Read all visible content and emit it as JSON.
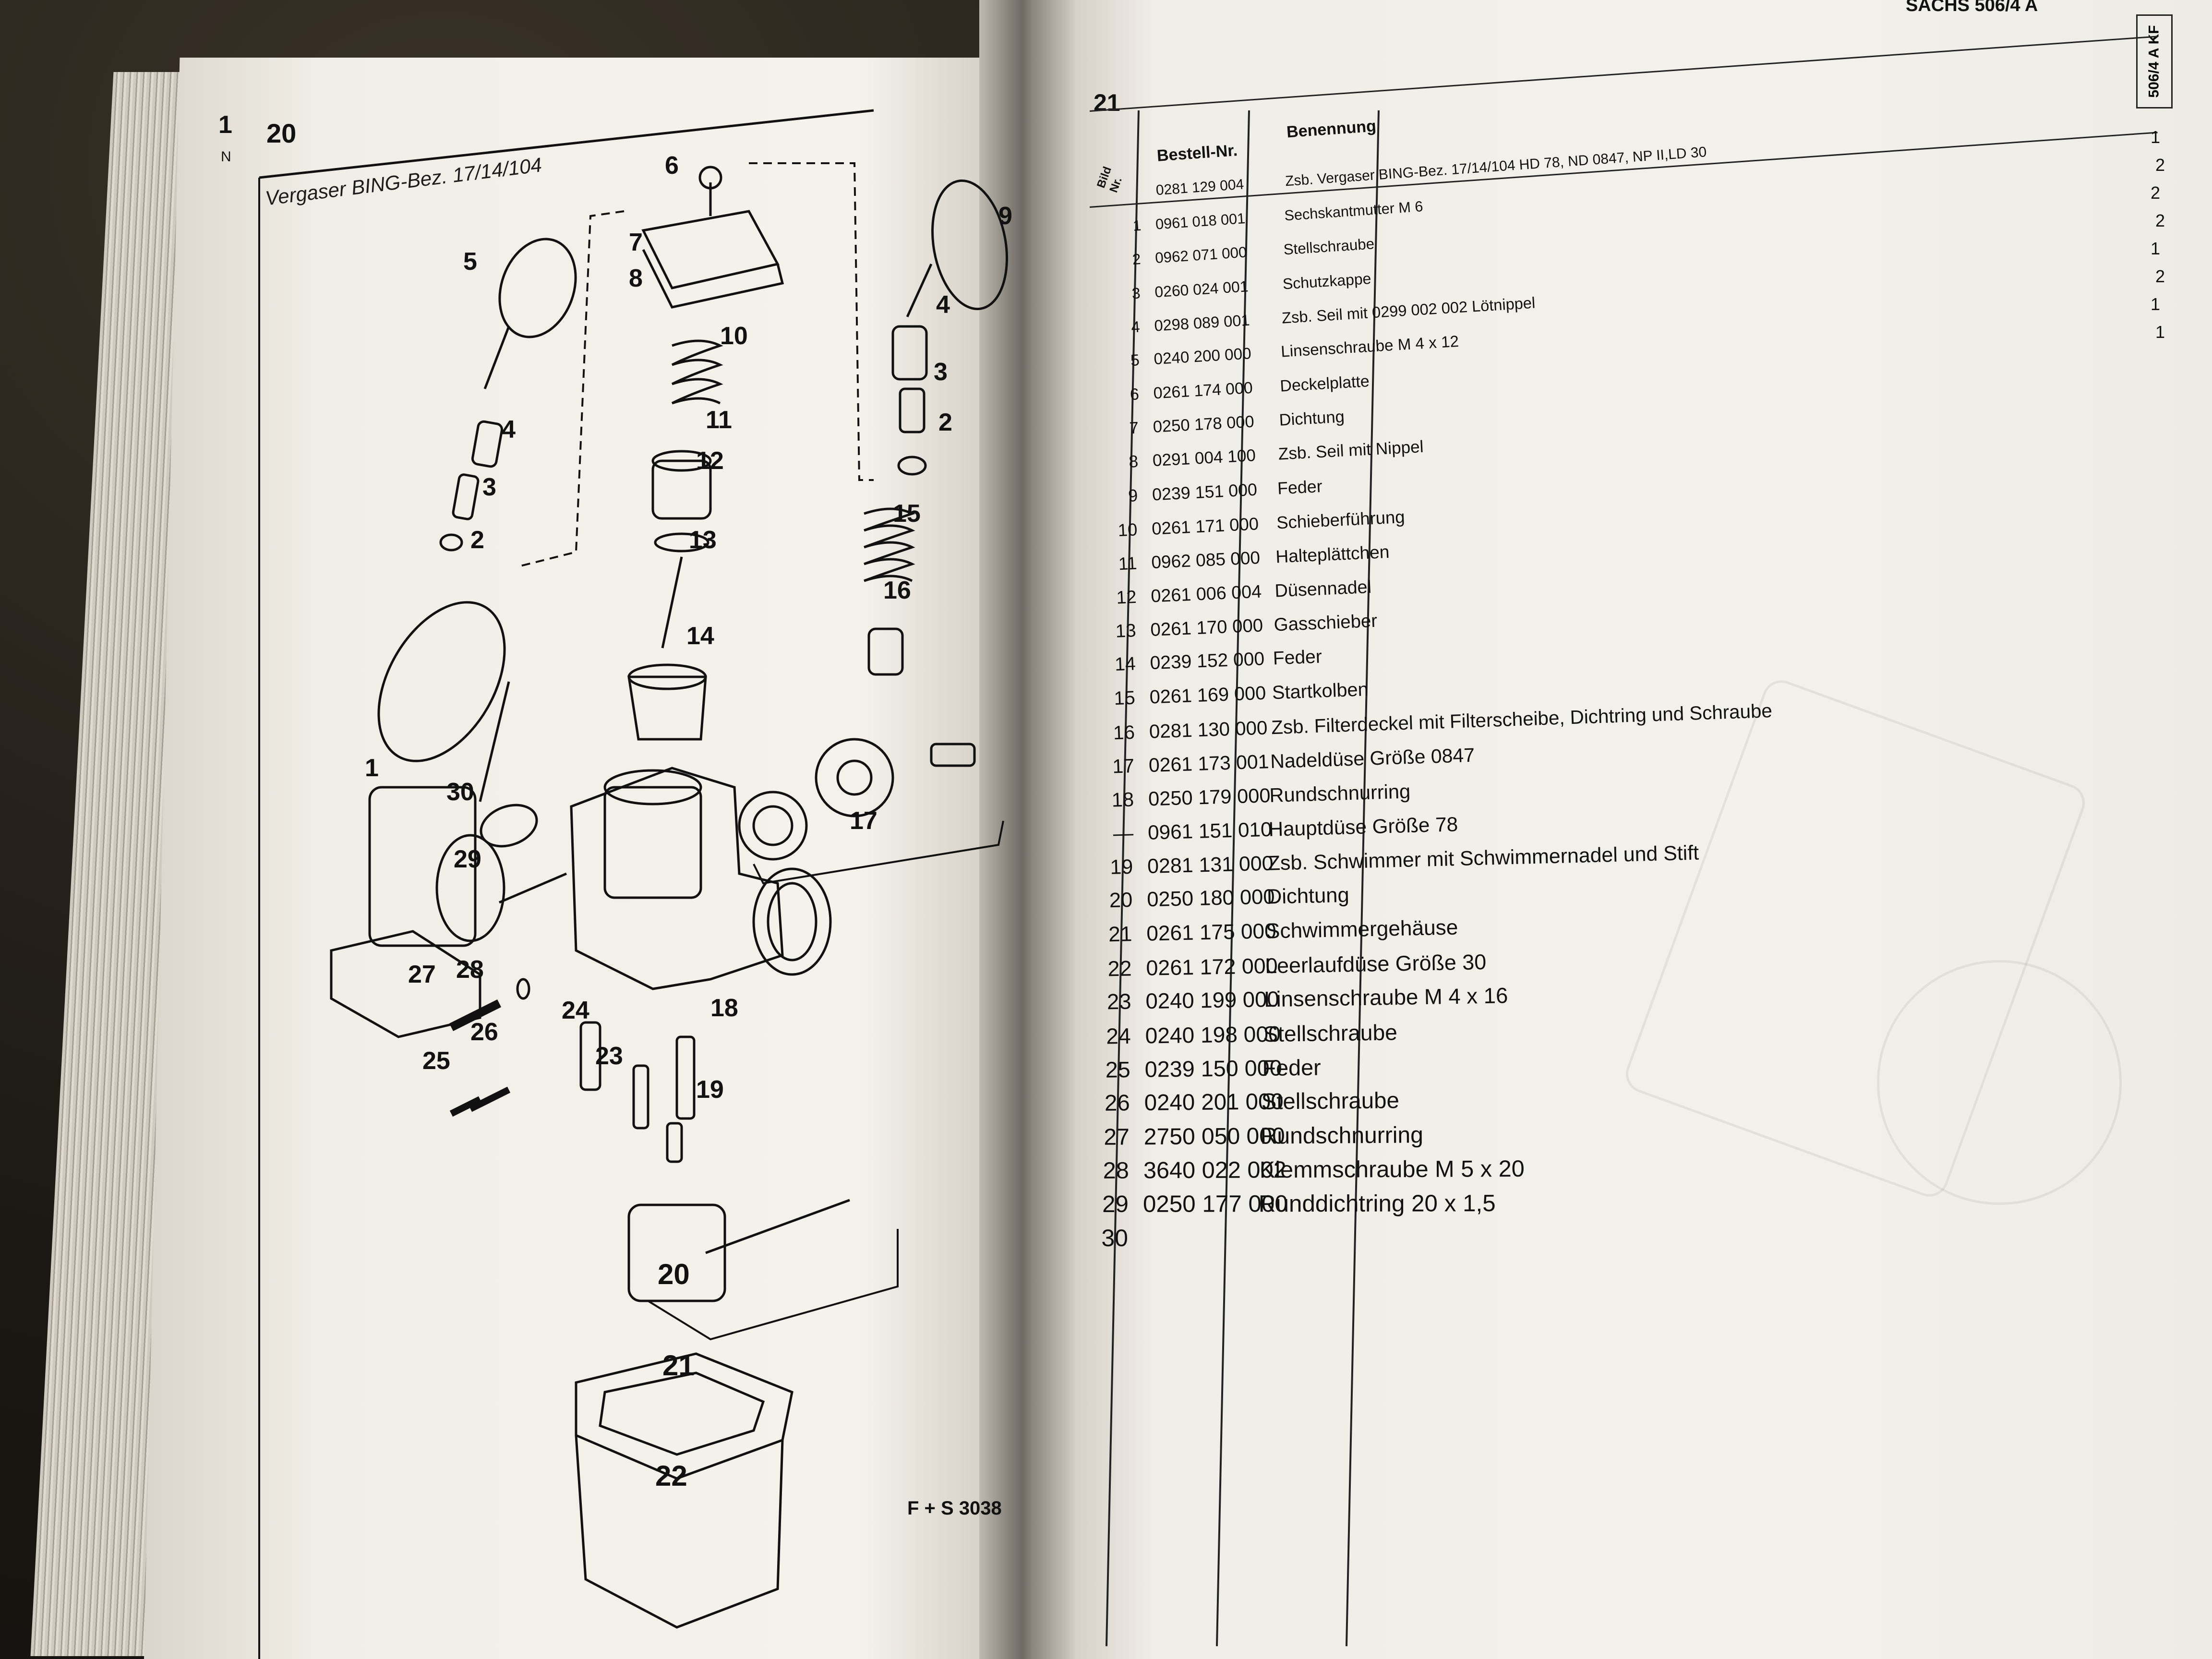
{
  "left_page": {
    "corner_fragment": "1",
    "corner_fragment_2": "N",
    "page_number": "20",
    "figure_title": "Vergaser BING-Bez. 17/14/104",
    "callouts": [
      "1",
      "2",
      "3",
      "4",
      "5",
      "6",
      "7",
      "8",
      "9",
      "10",
      "11",
      "12",
      "13",
      "14",
      "15",
      "16",
      "17",
      "18",
      "19",
      "20",
      "21",
      "22",
      "23",
      "24",
      "25",
      "26",
      "27",
      "28",
      "29",
      "30",
      "4",
      "3",
      "2"
    ],
    "footer_code": "F + S 3038"
  },
  "right_page": {
    "header_text": "SACHS 506/4 A",
    "page_number": "21",
    "side_tab": "506/4 A KF",
    "columns": {
      "bild": "Bild Nr.",
      "bestell": "Bestell-Nr.",
      "benennung": "Benennung"
    },
    "rows": [
      {
        "bild": "",
        "nr": "0281 129 004",
        "name": "Zsb. Vergaser BING-Bez. 17/14/104 HD 78, ND 0847, NP II,LD 30"
      },
      {
        "bild": "1",
        "nr": "0961 018 001",
        "name": "Sechskantmutter M 6"
      },
      {
        "bild": "2",
        "nr": "0962 071 000",
        "name": "Stellschraube"
      },
      {
        "bild": "3",
        "nr": "0260 024 001",
        "name": "Schutzkappe"
      },
      {
        "bild": "4",
        "nr": "0298 089 001",
        "name": "Zsb. Seil mit 0299 002 002 Lötnippel"
      },
      {
        "bild": "5",
        "nr": "0240 200 000",
        "name": "Linsenschraube M 4 x 12"
      },
      {
        "bild": "6",
        "nr": "0261 174 000",
        "name": "Deckelplatte"
      },
      {
        "bild": "7",
        "nr": "0250 178 000",
        "name": "Dichtung"
      },
      {
        "bild": "8",
        "nr": "0291 004 100",
        "name": "Zsb. Seil mit Nippel"
      },
      {
        "bild": "9",
        "nr": "0239 151 000",
        "name": "Feder"
      },
      {
        "bild": "10",
        "nr": "0261 171 000",
        "name": "Schieberführung"
      },
      {
        "bild": "11",
        "nr": "0962 085 000",
        "name": "Halteplättchen"
      },
      {
        "bild": "12",
        "nr": "0261 006 004",
        "name": "Düsennadel"
      },
      {
        "bild": "13",
        "nr": "0261 170 000",
        "name": "Gasschieber"
      },
      {
        "bild": "14",
        "nr": "0239 152 000",
        "name": "Feder"
      },
      {
        "bild": "15",
        "nr": "0261 169 000",
        "name": "Startkolben"
      },
      {
        "bild": "16",
        "nr": "0281 130 000",
        "name": "Zsb. Filterdeckel mit Filterscheibe, Dichtring und Schraube"
      },
      {
        "bild": "17",
        "nr": "0261 173 001",
        "name": "Nadeldüse Größe 0847"
      },
      {
        "bild": "18",
        "nr": "0250 179 000",
        "name": "Rundschnurring"
      },
      {
        "bild": "—",
        "nr": "0961 151 010",
        "name": "Hauptdüse Größe 78"
      },
      {
        "bild": "19",
        "nr": "0281 131 000",
        "name": "Zsb. Schwimmer mit Schwimmernadel und Stift"
      },
      {
        "bild": "20",
        "nr": "0250 180 000",
        "name": "Dichtung"
      },
      {
        "bild": "21",
        "nr": "0261 175 000",
        "name": "Schwimmergehäuse"
      },
      {
        "bild": "22",
        "nr": "0261 172 000",
        "name": "Leerlaufdüse Größe 30"
      },
      {
        "bild": "23",
        "nr": "0240 199 000",
        "name": "Linsenschraube M 4 x 16"
      },
      {
        "bild": "24",
        "nr": "0240 198 000",
        "name": "Stellschraube"
      },
      {
        "bild": "25",
        "nr": "0239 150 000",
        "name": "Feder"
      },
      {
        "bild": "26",
        "nr": "0240 201 000",
        "name": "Stellschraube"
      },
      {
        "bild": "27",
        "nr": "2750 050 000",
        "name": "Rundschnurring"
      },
      {
        "bild": "28",
        "nr": "3640 022 002",
        "name": "Klemmschraube M 5 x 20"
      },
      {
        "bild": "29",
        "nr": "0250 177 000",
        "name": "Runddichtring 20 x 1,5"
      },
      {
        "bild": "30",
        "nr": "",
        "name": ""
      }
    ],
    "margin_numbers": [
      "1",
      "2",
      "2",
      "2",
      "1",
      "2",
      "1",
      "1"
    ]
  }
}
